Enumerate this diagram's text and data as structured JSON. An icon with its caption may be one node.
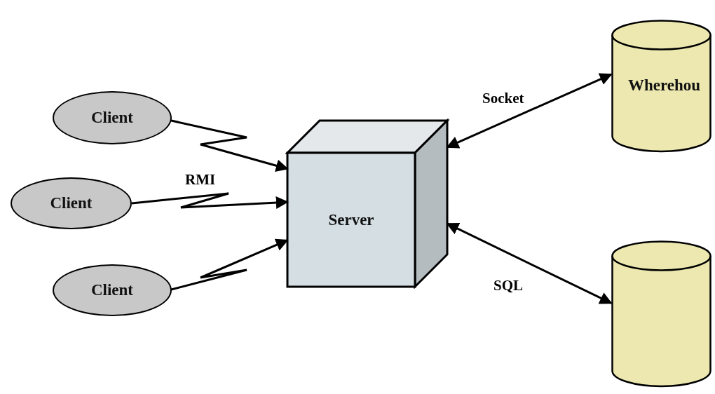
{
  "diagram": {
    "nodes": [
      {
        "text": [
          "Client"
        ]
      },
      {
        "text": [
          "Client"
        ]
      },
      {
        "text": [
          "Client"
        ]
      },
      {
        "text": [
          "Server"
        ]
      },
      {
        "text": [
          "Wherehou"
        ]
      },
      {
        "text": [],
        "shape": "cylinder"
      }
    ],
    "edges": [
      {
        "from": 0,
        "to": 3,
        "arrow": "to"
      },
      {
        "from": 1,
        "to": 3,
        "arrow": "to",
        "label": "RMI"
      },
      {
        "from": 2,
        "to": 3,
        "arrow": "to"
      },
      {
        "from": 3,
        "to": 4,
        "arrow": "both",
        "label": "Socket"
      },
      {
        "from": 3,
        "to": 5,
        "arrow": "both",
        "label": "SQL"
      }
    ]
  }
}
